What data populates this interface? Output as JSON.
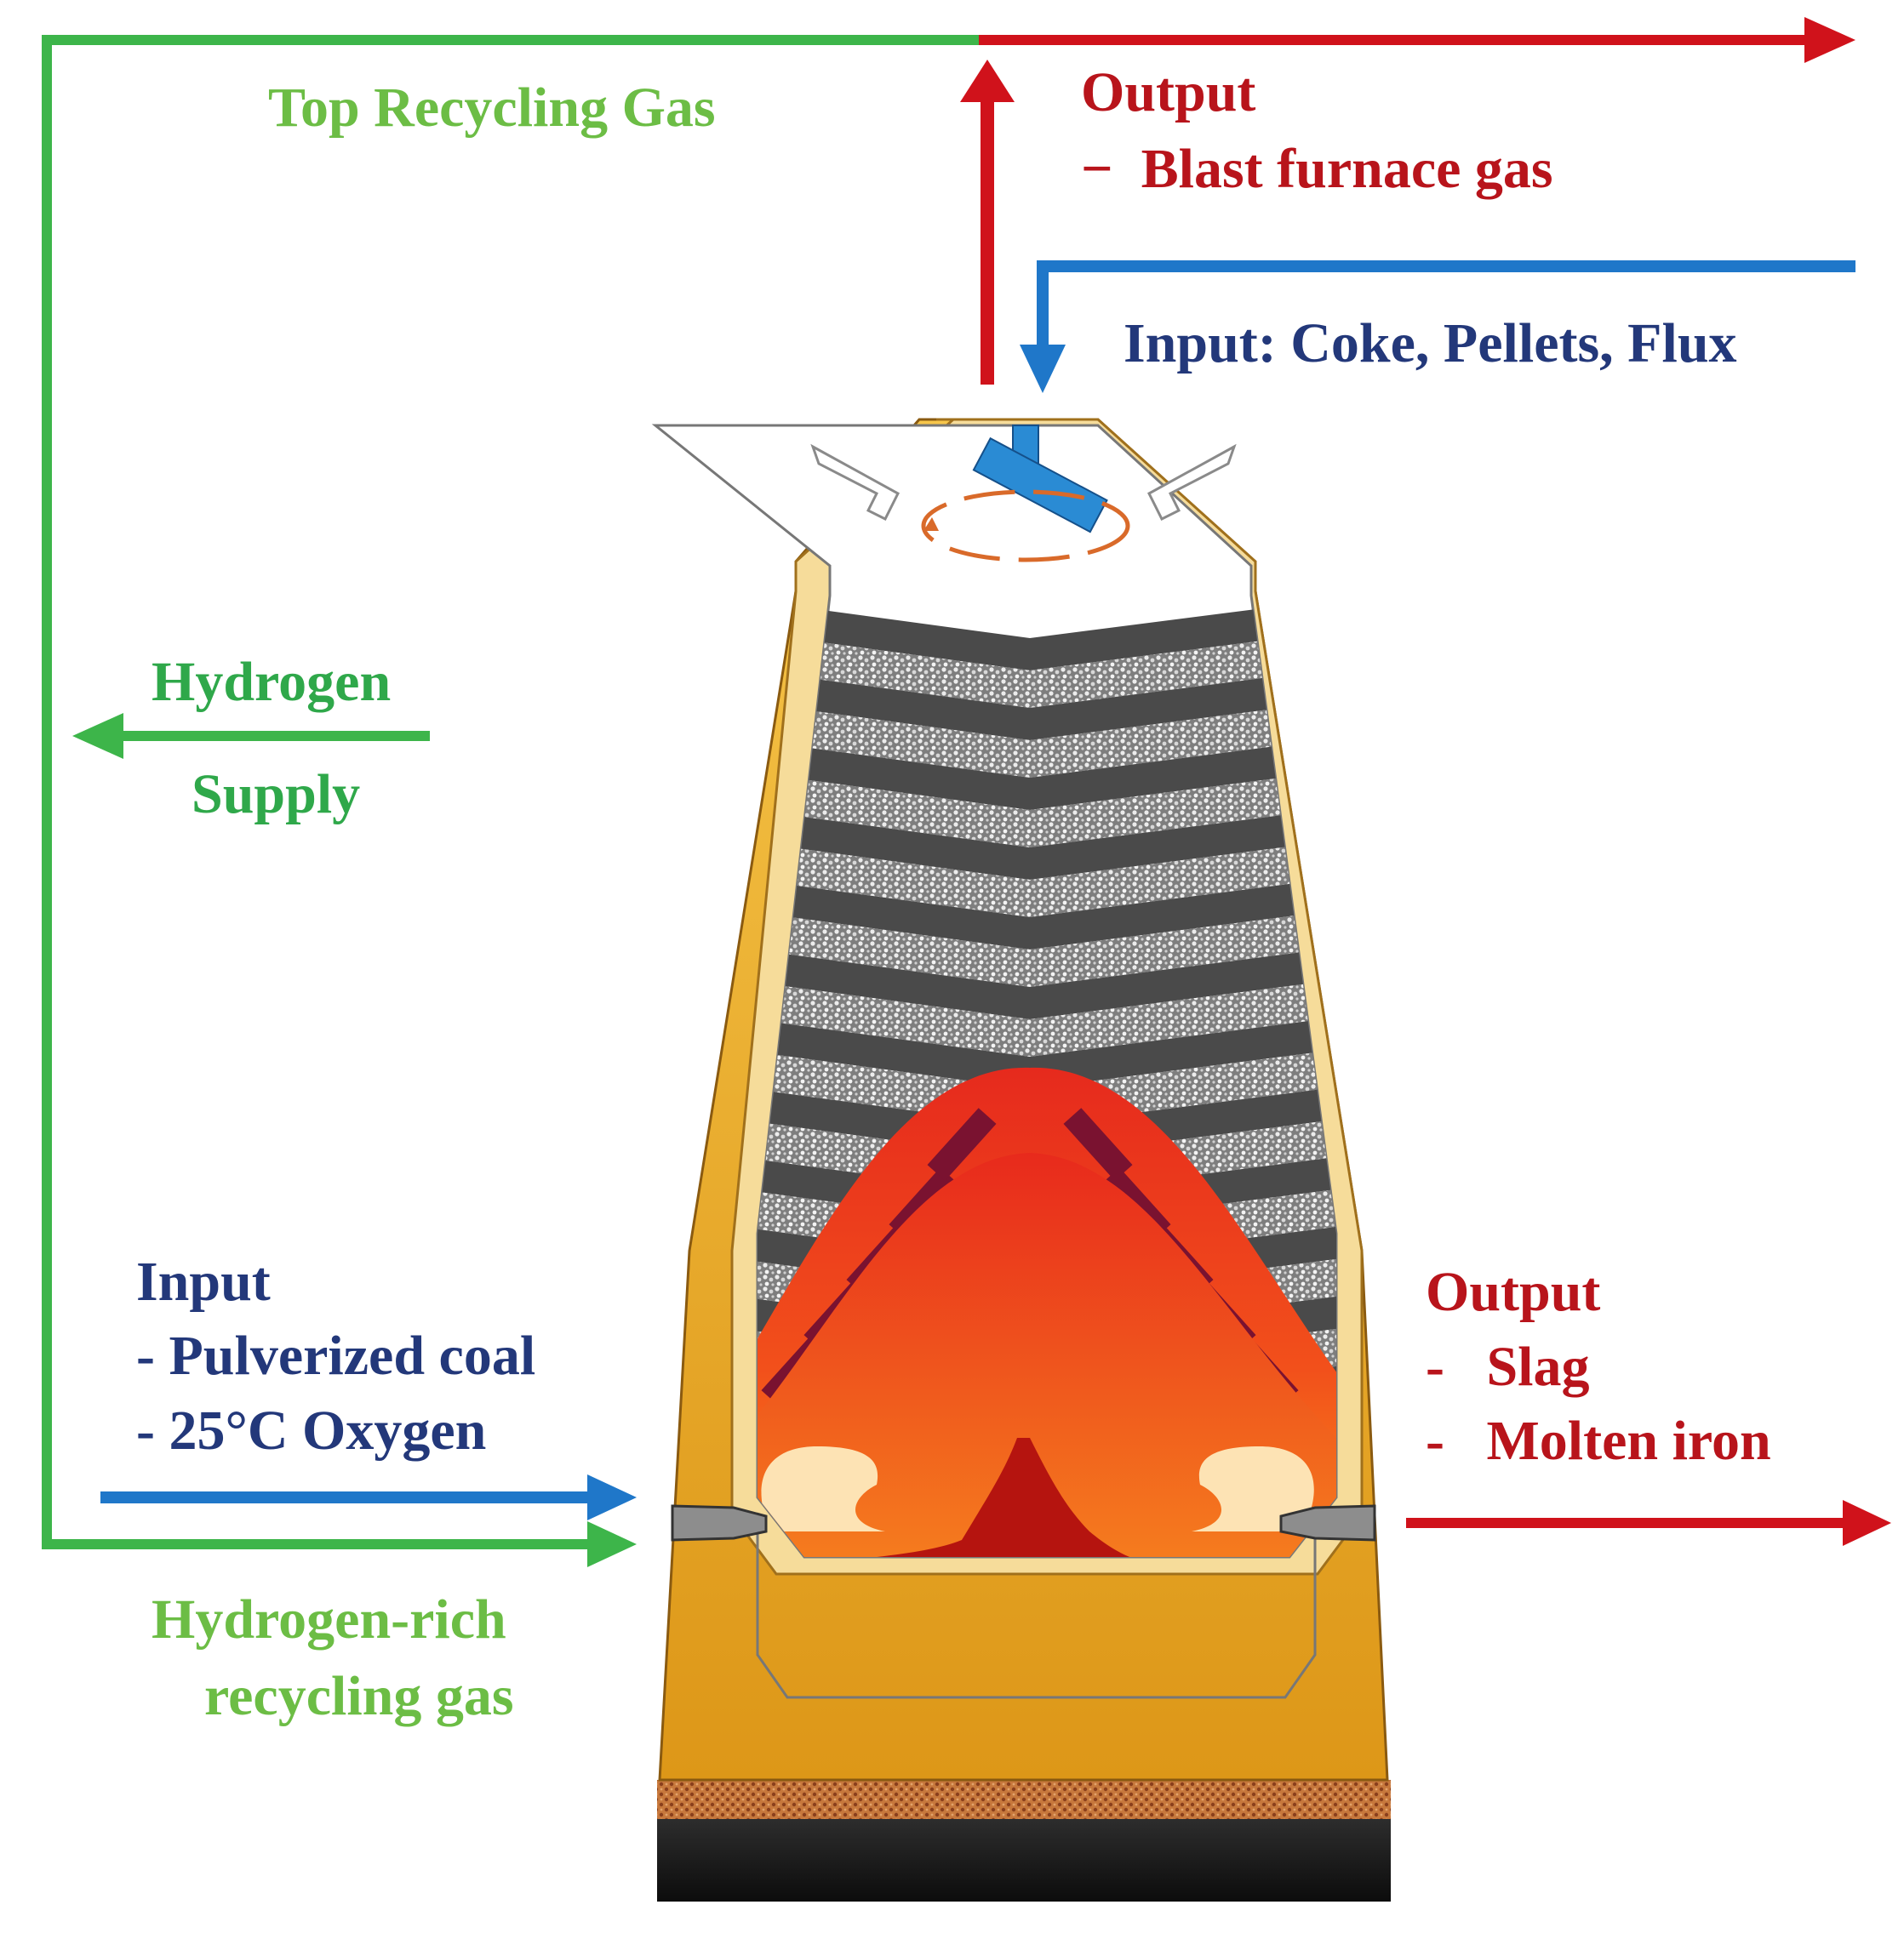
{
  "colors": {
    "green": "#3db54a",
    "red": "#d0121b",
    "blue": "#1f77c9",
    "navy": "#23387a",
    "shell": "#e9a92a",
    "refractory": "#f6dc9a",
    "coke": "#4a4a4a",
    "ore": "#8c8c8c",
    "melt_red": "#e8321c",
    "melt_orange": "#f77b1e",
    "melt_dark": "#7a1230",
    "slag": "#b5140f",
    "iron": "#fbf200",
    "hearth": "#1c1c1c"
  },
  "labels": {
    "top_recycling": "Top Recycling Gas",
    "output_top_title": "Output",
    "output_top_item": "−  Blast furnace gas",
    "input_top": "Input: Coke, Pellets, Flux",
    "hydrogen_line1": "Hydrogen",
    "hydrogen_line2": "Supply",
    "input_left_title": "Input",
    "input_left_item1": "- Pulverized coal",
    "input_left_item2": "- 25°C Oxygen",
    "output_right_title": "Output",
    "output_right_item1": "-   Slag",
    "output_right_item2": "-   Molten iron",
    "hrich_line1": "Hydrogen-rich",
    "hrich_line2": "recycling gas"
  }
}
